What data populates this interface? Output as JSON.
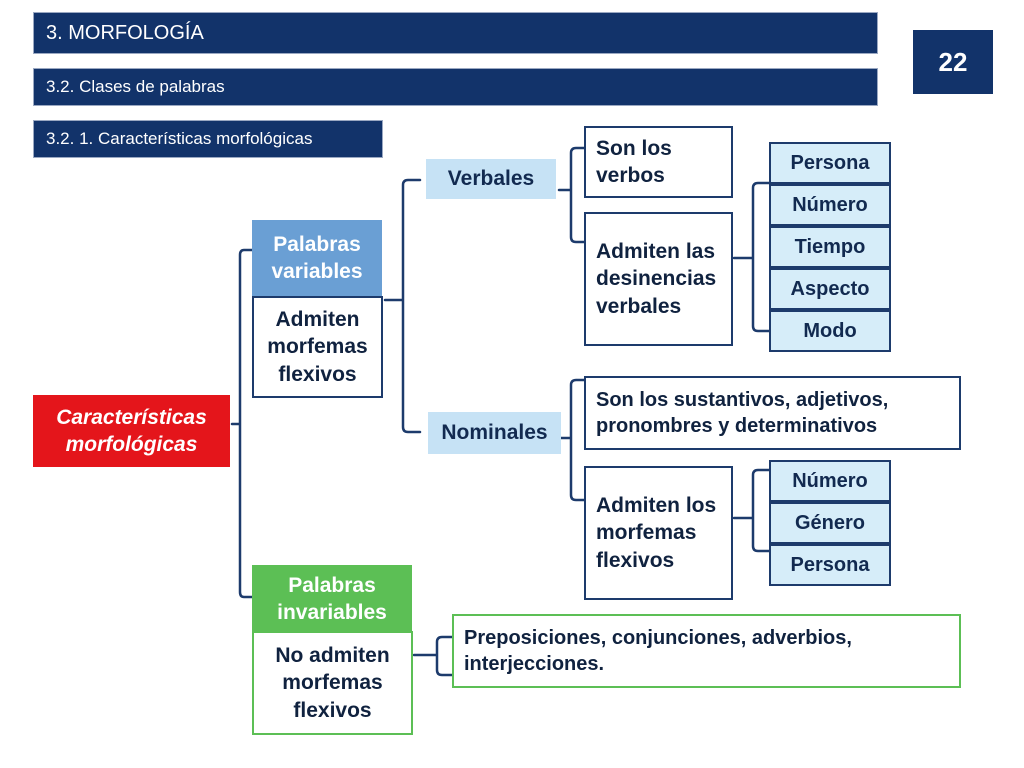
{
  "header": {
    "section": "3. MORFOLOGÍA",
    "subsection": "3.2. Clases de palabras",
    "subsubsection": "3.2. 1. Características morfológicas",
    "page_number": "22"
  },
  "diagram": {
    "root": "Características morfológicas",
    "variable": {
      "title": "Palabras variables",
      "note": "Admiten morfemas flexivos",
      "verbales": {
        "label": "Verbales",
        "who": "Son los verbos",
        "what": "Admiten las desinencias verbales",
        "items": [
          "Persona",
          "Número",
          "Tiempo",
          "Aspecto",
          "Modo"
        ]
      },
      "nominales": {
        "label": "Nominales",
        "who": "Son los sustantivos, adjetivos, pronombres y determinativos",
        "what": "Admiten los morfemas flexivos",
        "items": [
          "Número",
          "Género",
          "Persona"
        ]
      }
    },
    "invariable": {
      "title": "Palabras invariables",
      "note": "No admiten morfemas flexivos",
      "detail": "Preposiciones, conjunciones, adverbios, interjecciones."
    }
  },
  "colors": {
    "navy": "#12336a",
    "root_red": "#e4151b",
    "variable_blue": "#6a9fd4",
    "invariable_green": "#5cbf55",
    "light_blue": "#c6e2f5"
  }
}
